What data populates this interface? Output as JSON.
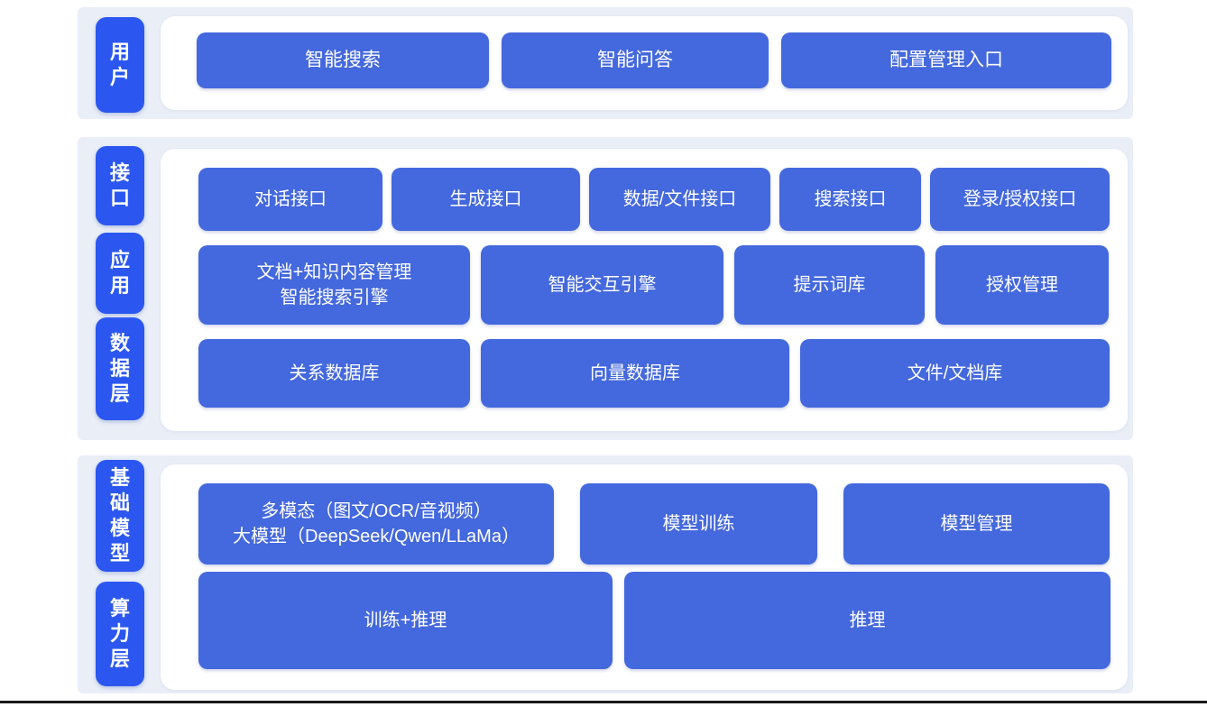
{
  "diagram": {
    "colors": {
      "band_background": "#e9eef7",
      "layer_label_blue": "#2b57f0",
      "box_blue": "#4468dd",
      "text_white": "#ffffff",
      "bottom_rule": "#1b1b1b"
    },
    "sections": [
      {
        "layer_labels": [
          "用户"
        ],
        "rows": [
          [
            "智能搜索",
            "智能问答",
            "配置管理入口"
          ]
        ]
      },
      {
        "layer_labels": [
          "接口",
          "应用",
          "数据层"
        ],
        "rows": [
          [
            "对话接口",
            "生成接口",
            "数据/文件接口",
            "搜索接口",
            "登录/授权接口"
          ],
          [
            "文档+知识内容管理\n智能搜索引擎",
            "智能交互引擎",
            "提示词库",
            "授权管理"
          ],
          [
            "关系数据库",
            "向量数据库",
            "文件/文档库"
          ]
        ]
      },
      {
        "layer_labels": [
          "基础模型",
          "算力层"
        ],
        "rows": [
          [
            "多模态（图文/OCR/音视频）\n大模型（DeepSeek/Qwen/LLaMa）",
            "模型训练",
            "模型管理"
          ],
          [
            "训练+推理",
            "推理"
          ]
        ]
      }
    ]
  }
}
